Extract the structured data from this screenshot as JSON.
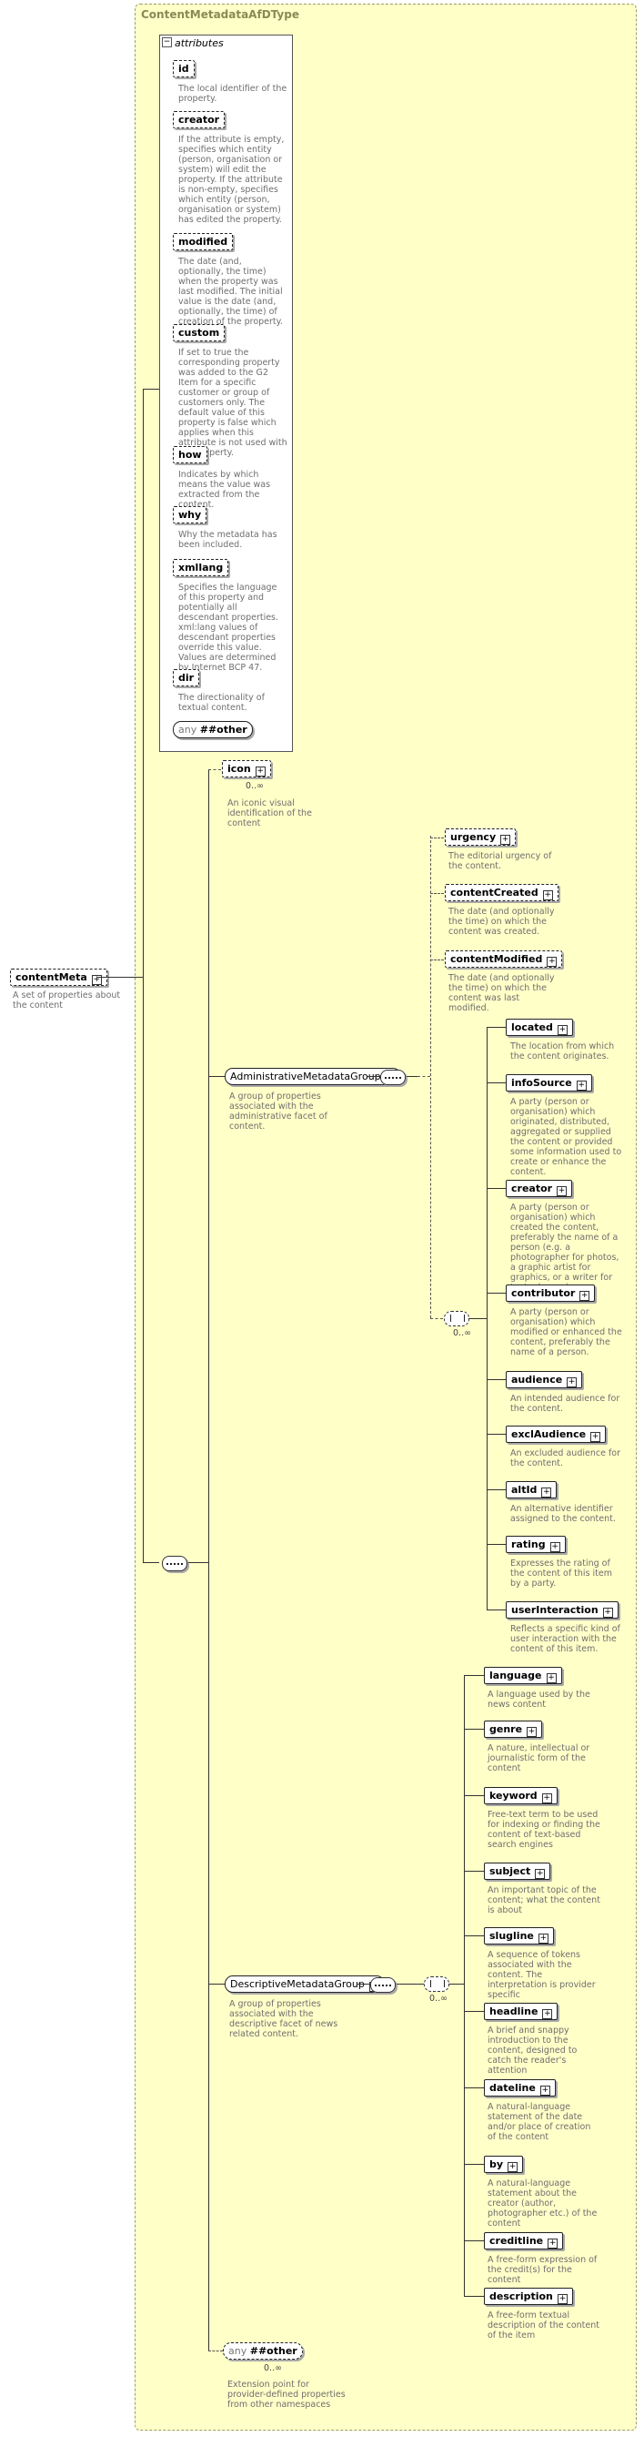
{
  "type_name": "ContentMetadataAfDType",
  "attributes_label": "attributes",
  "root": {
    "name": "contentMeta",
    "desc": "A set of properties about the content"
  },
  "attributes": [
    {
      "name": "id",
      "desc": "The local identifier of the property."
    },
    {
      "name": "creator",
      "desc": "If the attribute is empty, specifies which entity (person, organisation or system) will edit the property. If the attribute is non-empty, specifies which entity (person, organisation or system) has edited the property."
    },
    {
      "name": "modified",
      "desc": "The date (and, optionally, the time) when the property was last modified. The initial value is the date (and, optionally, the time) of creation of the property."
    },
    {
      "name": "custom",
      "desc": "If set to true the corresponding property was added to the G2 Item for a specific customer or group of customers only. The default value of this property is false which applies when this attribute is not used with the property."
    },
    {
      "name": "how",
      "desc": "Indicates by which means the value was extracted from the content."
    },
    {
      "name": "why",
      "desc": "Why the metadata has been included."
    },
    {
      "name": "xmllang",
      "desc": "Specifies the language of this property and potentially all descendant properties. xml:lang values of descendant properties override this value. Values are determined by Internet BCP 47."
    },
    {
      "name": "dir",
      "desc": "The directionality of textual content."
    }
  ],
  "attr_any": {
    "prefix": "any",
    "name": "##other"
  },
  "icon": {
    "name": "icon",
    "mult": "0..∞",
    "desc": "An iconic visual identification of the content"
  },
  "admin_group": {
    "name": "AdministrativeMetadataGroup",
    "desc": "A group of properties associated with the administrative facet of content."
  },
  "admin_items": [
    {
      "name": "urgency",
      "desc": "The editorial urgency of the content."
    },
    {
      "name": "contentCreated",
      "desc": "The date (and optionally the time) on which the content was created."
    },
    {
      "name": "contentModified",
      "desc": "The date (and optionally the time) on which the content was last modified."
    }
  ],
  "admin_choice_mult": "0..∞",
  "admin_choice_items": [
    {
      "name": "located",
      "desc": "The location from which the content originates."
    },
    {
      "name": "infoSource",
      "desc": "A party (person or organisation) which originated, distributed, aggregated or supplied the content or provided some information used to create or enhance the content."
    },
    {
      "name": "creator",
      "desc": "A party (person or organisation) which created the content, preferably the name of a person (e.g. a photographer for photos, a graphic artist for graphics, or a writer for textual news)."
    },
    {
      "name": "contributor",
      "desc": "A party (person or organisation) which modified or enhanced the content, preferably the name of a person."
    },
    {
      "name": "audience",
      "desc": "An intended audience for the content."
    },
    {
      "name": "exclAudience",
      "desc": "An excluded audience for the content."
    },
    {
      "name": "altId",
      "desc": "An alternative identifier assigned to the content."
    },
    {
      "name": "rating",
      "desc": "Expresses the rating of the content of this item by a party."
    },
    {
      "name": "userInteraction",
      "desc": "Reflects a specific kind of user interaction with the content of this item."
    }
  ],
  "desc_group": {
    "name": "DescriptiveMetadataGroup",
    "desc": "A group of properties associated with the descriptive facet of news related content."
  },
  "desc_choice_mult": "0..∞",
  "desc_items": [
    {
      "name": "language",
      "desc": "A language used by the news content"
    },
    {
      "name": "genre",
      "desc": "A nature, intellectual or journalistic form of the content"
    },
    {
      "name": "keyword",
      "desc": "Free-text term to be used for indexing or finding the content of text-based search engines"
    },
    {
      "name": "subject",
      "desc": "An important topic of the content; what the content is about"
    },
    {
      "name": "slugline",
      "desc": "A sequence of tokens associated with the content. The interpretation is provider specific"
    },
    {
      "name": "headline",
      "desc": "A brief and snappy introduction to the content, designed to catch the reader's attention"
    },
    {
      "name": "dateline",
      "desc": "A natural-language statement of the date and/or place of creation of the content"
    },
    {
      "name": "by",
      "desc": "A natural-language statement about the creator (author, photographer etc.) of the content"
    },
    {
      "name": "creditline",
      "desc": "A free-form expression of the credit(s) for the content"
    },
    {
      "name": "description",
      "desc": "A free-form textual description of the content of the item"
    }
  ],
  "other": {
    "prefix": "any",
    "name": "##other",
    "mult": "0..∞",
    "desc": "Extension point for provider-defined properties from other namespaces"
  }
}
